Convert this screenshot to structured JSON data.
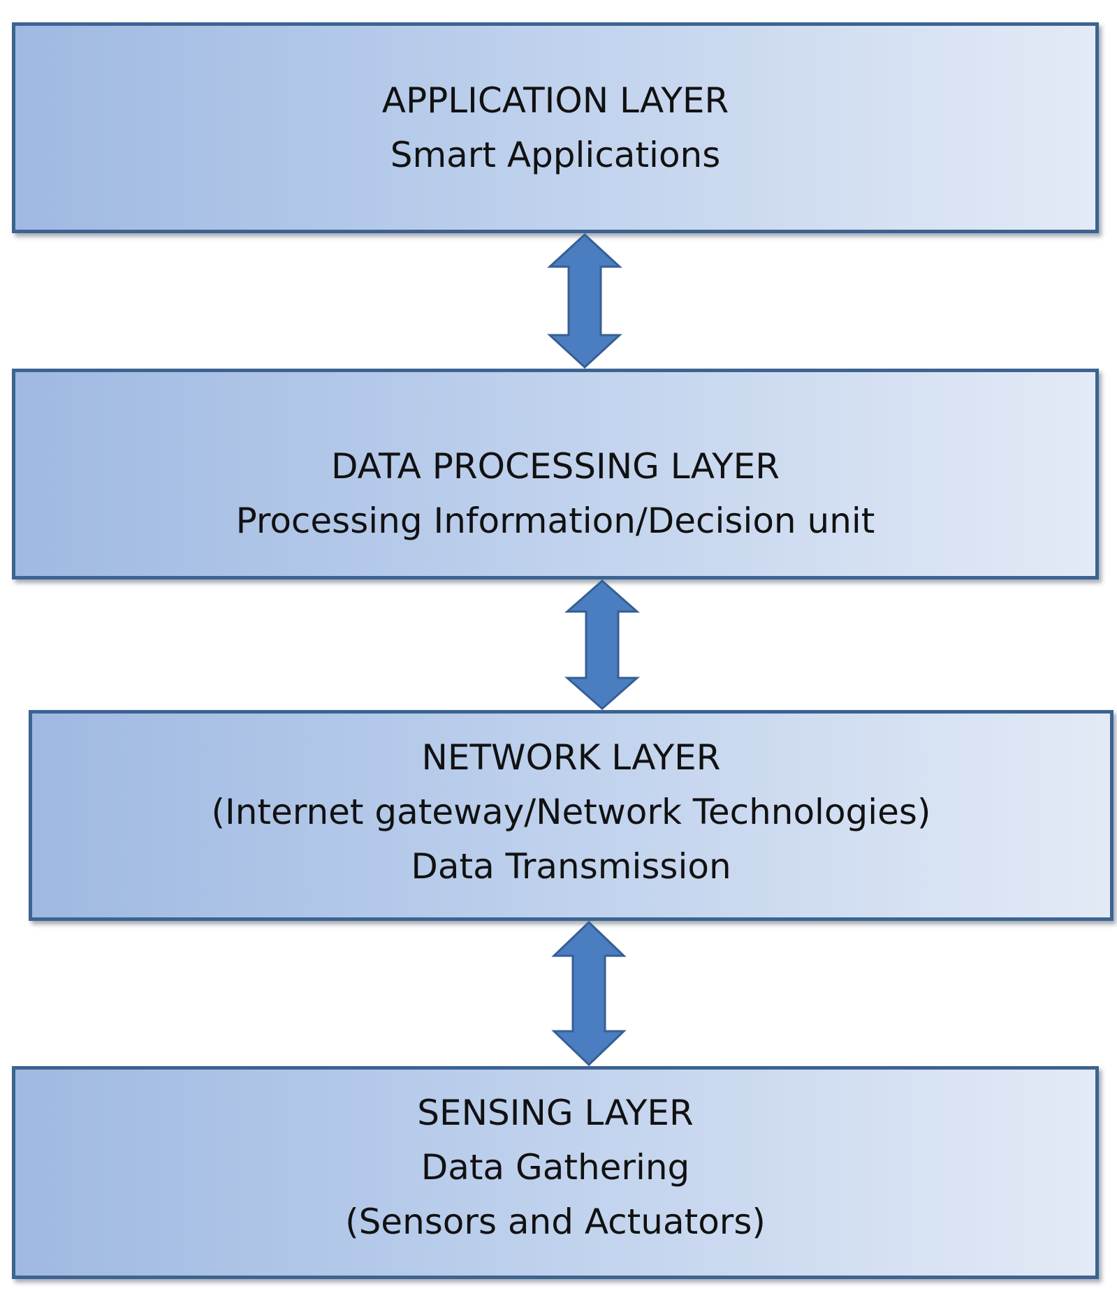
{
  "diagram": {
    "layers": [
      {
        "id": "application",
        "lines": [
          "APPLICATION LAYER",
          "Smart Applications"
        ]
      },
      {
        "id": "processing",
        "lines": [
          "DATA PROCESSING LAYER",
          "Processing Information/Decision unit"
        ]
      },
      {
        "id": "network",
        "lines": [
          "NETWORK LAYER",
          "(Internet gateway/Network Technologies)",
          "Data Transmission"
        ]
      },
      {
        "id": "sensing",
        "lines": [
          "SENSING LAYER",
          "Data Gathering",
          "(Sensors and Actuators)"
        ]
      }
    ],
    "connectors": [
      "bidirectional",
      "bidirectional",
      "bidirectional"
    ],
    "colors": {
      "box_border": "#3c6391",
      "box_fill_left": "#9fb9e2",
      "box_fill_right": "#e3eaf6",
      "arrow_fill": "#4a7ec0",
      "arrow_stroke": "#355f95",
      "text": "#111111"
    }
  }
}
